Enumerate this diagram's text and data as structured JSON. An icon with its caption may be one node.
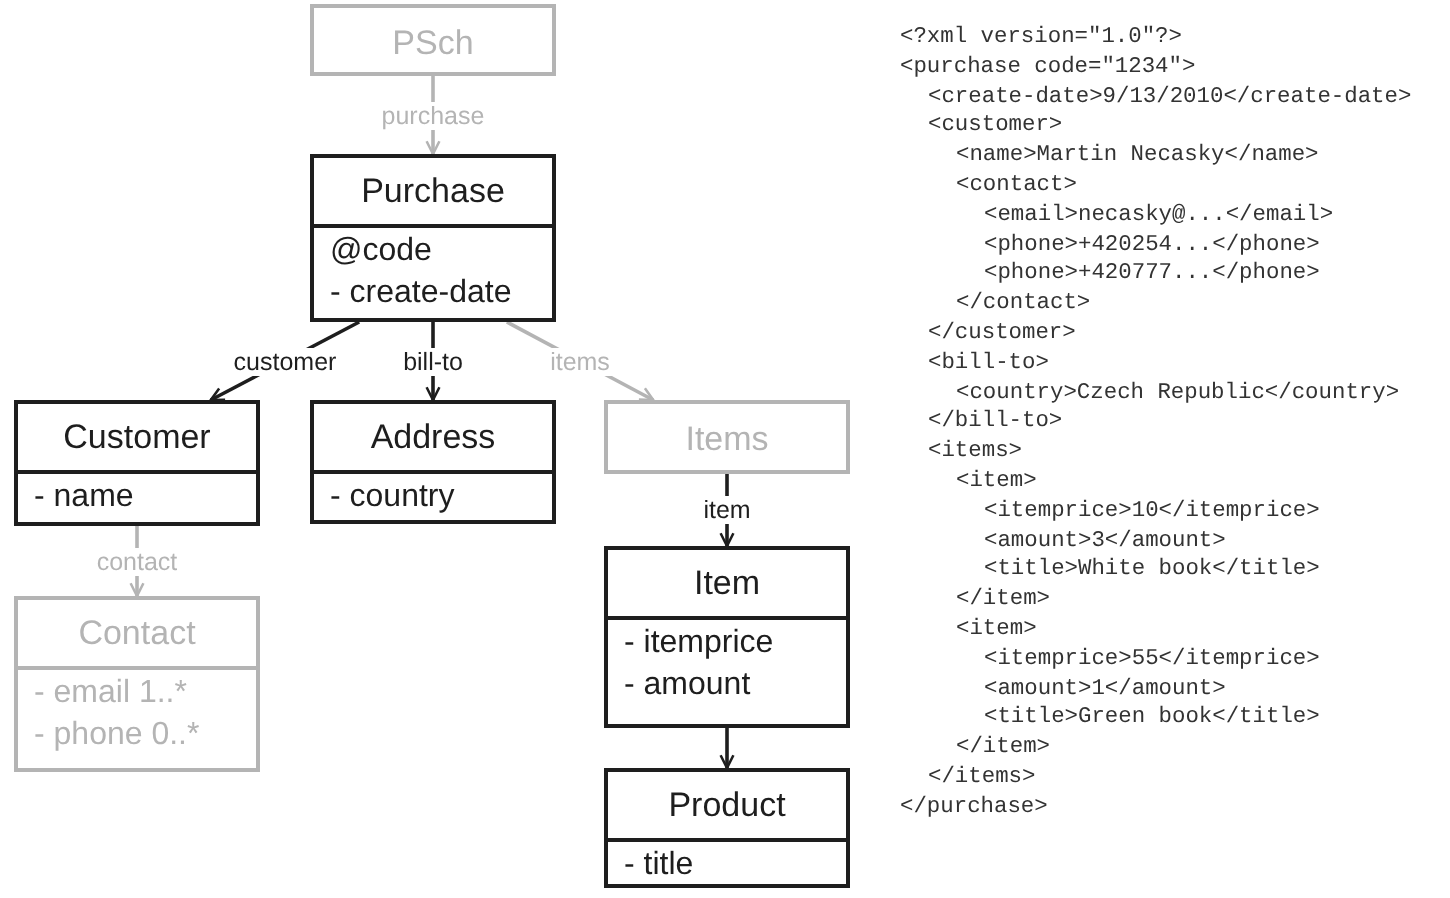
{
  "diagram": {
    "nodes": [
      {
        "text": [
          "PSch"
        ]
      },
      {
        "text": [
          "Purchase",
          "@code",
          "- create-date"
        ]
      },
      {
        "text": [
          "Customer",
          "- name"
        ]
      },
      {
        "text": [
          "Address",
          "- country"
        ]
      },
      {
        "text": [
          "Items"
        ]
      },
      {
        "text": [
          "Contact",
          "- email 1..*",
          "- phone 0..*"
        ]
      },
      {
        "text": [
          "Item",
          "- itemprice",
          "- amount"
        ]
      },
      {
        "text": [
          "Product",
          "- title"
        ]
      }
    ],
    "edges": [
      {
        "from": 0,
        "to": 1,
        "arrow": "to",
        "label": "purchase",
        "color": "#b4b4b4"
      },
      {
        "from": 1,
        "to": 2,
        "arrow": "to",
        "label": "customer"
      },
      {
        "from": 1,
        "to": 3,
        "arrow": "to",
        "label": "bill-to"
      },
      {
        "from": 1,
        "to": 4,
        "arrow": "to",
        "label": "items",
        "color": "#b4b4b4"
      },
      {
        "from": 2,
        "to": 5,
        "arrow": "to",
        "label": "contact",
        "color": "#b4b4b4"
      },
      {
        "from": 4,
        "to": 6,
        "arrow": "to",
        "label": "item"
      },
      {
        "from": 6,
        "to": 7,
        "arrow": "to"
      }
    ],
    "labels": [
      "<?xml version=\"1.0\"?>",
      "<purchase code=\"1234\">",
      "<create-date>9/13/2010</create-date>",
      "<customer>",
      "<name>Martin Necasky</name>",
      "<contact>",
      "<email>necasky@...</email>",
      "<phone>+420254...</phone>",
      "<phone>+420777...</phone>",
      "</contact>",
      "</customer>",
      "<bill-to>",
      "<country>Czech Republic</country>",
      "</bill-to>",
      "<items>",
      "<item>",
      "<itemprice>10</itemprice>",
      "<amount>3</amount>",
      "<title>White book</title>",
      "</item>",
      "<item>",
      "<itemprice>55</itemprice>",
      "<amount>1</amount>",
      "<title>Green book</title>",
      "</item>",
      "</items>",
      "</purchase>"
    ]
  }
}
